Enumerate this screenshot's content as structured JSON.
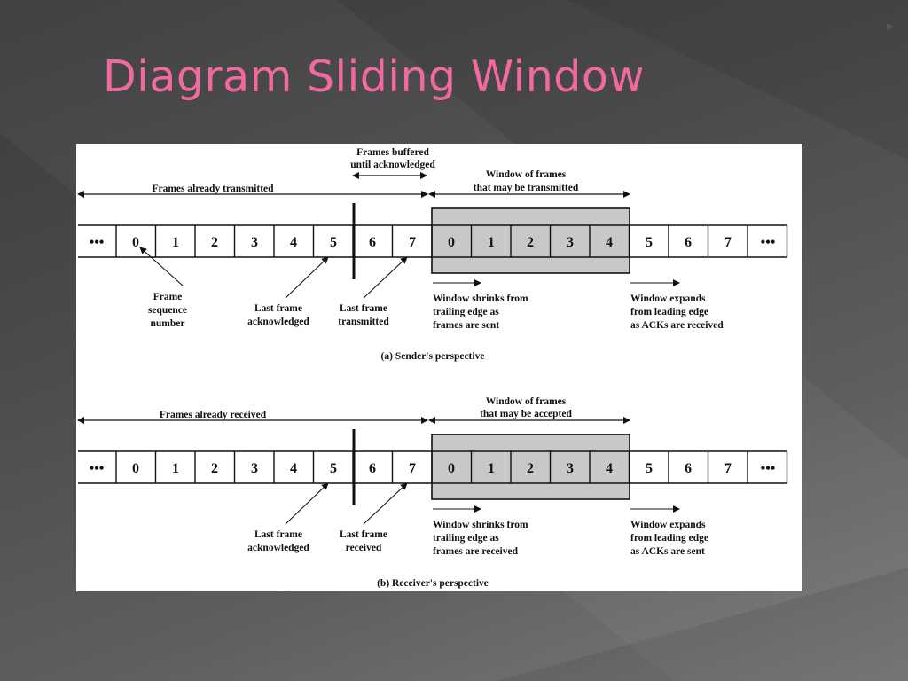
{
  "slide": {
    "title": "Diagram Sliding Window"
  },
  "colors": {
    "title": "#f06aa0",
    "window_fill": "#c8c8c8",
    "panel": "#ffffff"
  },
  "sender": {
    "frames": [
      "0",
      "1",
      "2",
      "3",
      "4",
      "5",
      "6",
      "7",
      "0",
      "1",
      "2",
      "3",
      "4",
      "5",
      "6",
      "7"
    ],
    "ellipsis": "•••",
    "top_span_label": "Frames already transmitted",
    "buffered_label": [
      "Frames buffered",
      "until acknowledged"
    ],
    "window_label": [
      "Window of frames",
      "that may be transmitted"
    ],
    "seq_label": [
      "Frame",
      "sequence",
      "number"
    ],
    "last_ack_label": [
      "Last frame",
      "acknowledged"
    ],
    "last_tx_label": [
      "Last frame",
      "transmitted"
    ],
    "shrink_label": [
      "Window shrinks from",
      "trailing edge as",
      "frames are sent"
    ],
    "expand_label": [
      "Window expands",
      "from leading edge",
      "as ACKs are received"
    ],
    "caption": "(a) Sender's perspective"
  },
  "receiver": {
    "frames": [
      "0",
      "1",
      "2",
      "3",
      "4",
      "5",
      "6",
      "7",
      "0",
      "1",
      "2",
      "3",
      "4",
      "5",
      "6",
      "7"
    ],
    "ellipsis": "•••",
    "top_span_label": "Frames already received",
    "window_label": [
      "Window of frames",
      "that may be accepted"
    ],
    "last_ack_label": [
      "Last frame",
      "acknowledged"
    ],
    "last_rx_label": [
      "Last frame",
      "received"
    ],
    "shrink_label": [
      "Window shrinks from",
      "trailing edge as",
      "frames are received"
    ],
    "expand_label": [
      "Window expands",
      "from leading edge",
      "as ACKs are sent"
    ],
    "caption": "(b) Receiver's perspective"
  }
}
